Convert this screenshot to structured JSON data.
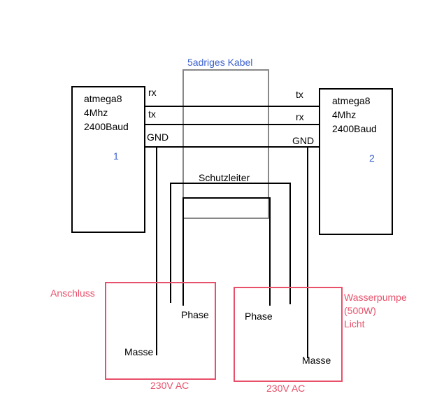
{
  "colors": {
    "blue_text": "#3a5fcd",
    "red_text": "#e8506a",
    "red_box": "#e8506a",
    "cable_box": "#888888",
    "wire": "#000000"
  },
  "cable": {
    "title": "5adriges Kabel"
  },
  "mcu1": {
    "line1": "atmega8",
    "line2": "4Mhz",
    "line3": "2400Baud",
    "number": "1"
  },
  "mcu2": {
    "line1": "atmega8",
    "line2": "4Mhz",
    "line3": "2400Baud",
    "number": "2"
  },
  "signals": {
    "left_rx": "rx",
    "left_tx": "tx",
    "left_gnd": "GND",
    "right_tx": "tx",
    "right_rx": "rx",
    "right_gnd": "GND",
    "protective_earth": "Schutzleiter"
  },
  "outlet_left": {
    "side_label": "Anschluss",
    "phase": "Phase",
    "ground": "Masse",
    "voltage": "230V AC"
  },
  "outlet_right": {
    "side_label_1": "Wasserpumpe",
    "side_label_2": "(500W)",
    "side_label_3": "Licht",
    "phase": "Phase",
    "ground": "Masse",
    "voltage": "230V AC"
  }
}
